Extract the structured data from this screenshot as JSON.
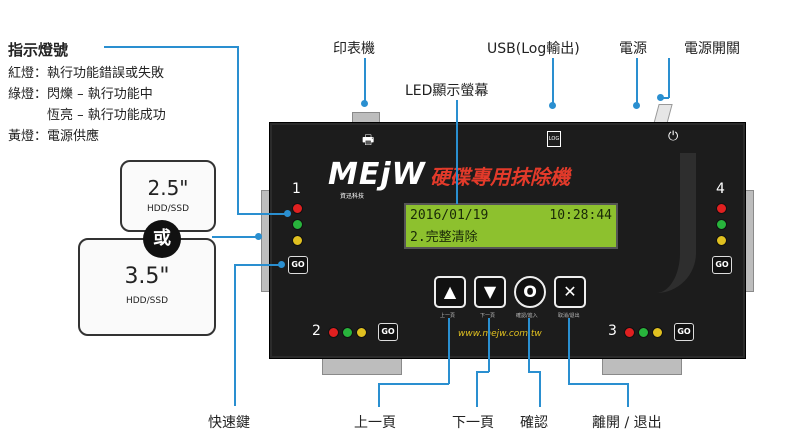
{
  "legend": {
    "title": "指示燈號",
    "lines": [
      "紅燈：執行功能錯誤或失敗",
      "綠燈：閃爍 – 執行功能中",
      "　　　恆亮 – 執行功能成功",
      "黃燈：電源供應"
    ]
  },
  "labels": {
    "printer": "印表機",
    "usb": "USB(Log輸出)",
    "power": "電源",
    "power_switch": "電源開關",
    "lcd": "LED顯示螢幕",
    "quick_key": "快速鍵",
    "page_up": "上一頁",
    "page_down": "下一頁",
    "confirm": "確認",
    "exit": "離開 / 退出"
  },
  "drives": {
    "small_size": "2.5\"",
    "small_type": "HDD/SSD",
    "or": "或",
    "large_size": "3.5\"",
    "large_type": "HDD/SSD"
  },
  "device": {
    "brand": "MEjW",
    "brand_sub": "資迅科技",
    "product": "硬碟專用抹除機",
    "lcd_line1_date": "2016/01/19",
    "lcd_line1_time": "10:28:44",
    "lcd_line2": "2.完整清除",
    "website": "www.mejw.com.tw",
    "port1": "1",
    "port2": "2",
    "port3": "3",
    "port4": "4",
    "go": "GO",
    "usb_icon_text": "LOG",
    "key_up": "▲",
    "key_down": "▼",
    "key_ok": "O",
    "key_x": "✕",
    "key_up_label": "上一頁",
    "key_down_label": "下一頁",
    "key_ok_label": "確認/進入",
    "key_x_label": "取消/退出"
  },
  "colors": {
    "leader": "#2a8fd0",
    "title_red": "#e23a2a",
    "lcd": "#8dc12e"
  }
}
